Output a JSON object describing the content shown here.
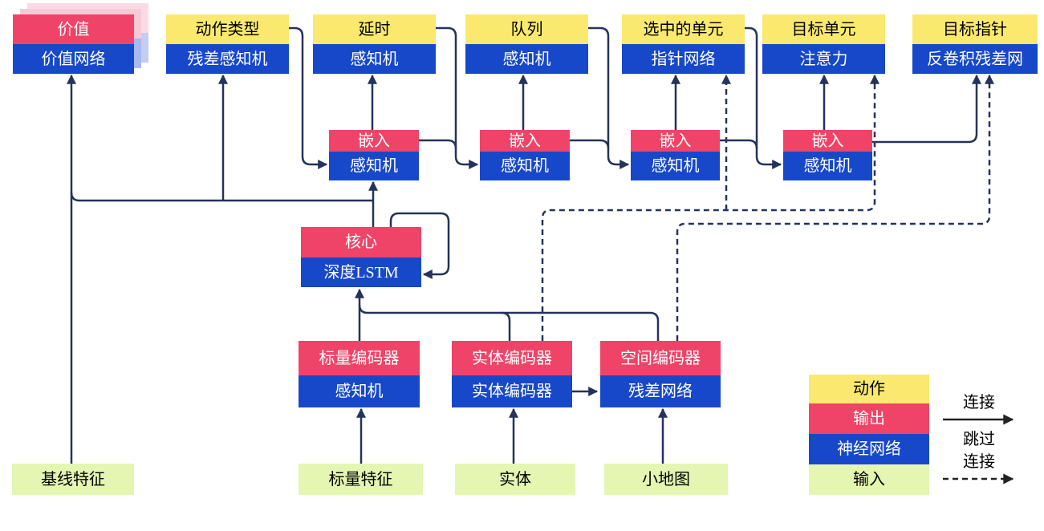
{
  "nodes": {
    "value": {
      "top": "价值",
      "bottom": "价值网络"
    },
    "action_type": {
      "top": "动作类型",
      "bottom": "残差感知机"
    },
    "delay": {
      "top": "延时",
      "bottom": "感知机"
    },
    "queue": {
      "top": "队列",
      "bottom": "感知机"
    },
    "selected_units": {
      "top": "选中的单元",
      "bottom": "指针网络"
    },
    "target_unit": {
      "top": "目标单元",
      "bottom": "注意力"
    },
    "target_pointer": {
      "top": "目标指针",
      "bottom": "反卷积残差网"
    },
    "embed1": {
      "top": "嵌入",
      "bottom": "感知机"
    },
    "embed2": {
      "top": "嵌入",
      "bottom": "感知机"
    },
    "embed3": {
      "top": "嵌入",
      "bottom": "感知机"
    },
    "embed4": {
      "top": "嵌入",
      "bottom": "感知机"
    },
    "core": {
      "top": "核心",
      "bottom": "深度LSTM"
    },
    "scalar_encoder": {
      "top": "标量编码器",
      "bottom": "感知机"
    },
    "entity_encoder": {
      "top": "实体编码器",
      "bottom": "实体编码器"
    },
    "spatial_encoder": {
      "top": "空间编码器",
      "bottom": "残差网络"
    },
    "baseline_features": {
      "label": "基线特征"
    },
    "scalar_features": {
      "label": "标量特征"
    },
    "entities": {
      "label": "实体"
    },
    "minimap": {
      "label": "小地图"
    }
  },
  "legend": {
    "action": "动作",
    "output": "输出",
    "network": "神经网络",
    "input": "输入",
    "connection": "连接",
    "skip_line1": "跳过",
    "skip_line2": "连接"
  },
  "colors": {
    "action_yellow": "#fae96e",
    "output_red": "#ef4468",
    "network_blue": "#1748ca",
    "input_green": "#e4f6b2",
    "wire_navy": "#25325b",
    "value_shadow_pink": "#f7c9d7",
    "value_shadow_periwinkle": "#a9b8ef"
  }
}
